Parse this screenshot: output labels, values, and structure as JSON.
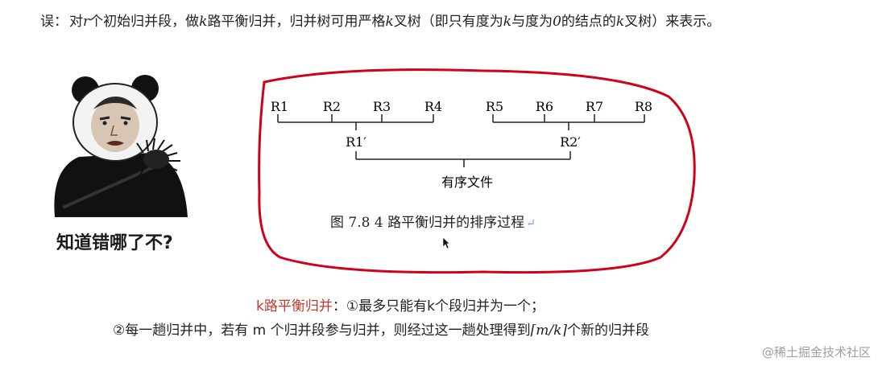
{
  "top_line": {
    "label": "误：",
    "text_a": "对",
    "var_r": "r",
    "text_b": "个初始归并段，做",
    "var_k1": "k",
    "text_c": "路平衡归并，归并树可用严格",
    "var_k2": "k",
    "text_d": "叉树（即只有度为",
    "var_k3": "k",
    "text_e": "与度为",
    "var_0": "0",
    "text_f": "的结点的",
    "var_k4": "k",
    "text_g": "叉树）来表示。"
  },
  "meme": {
    "caption": "知道错哪了不?"
  },
  "figure": {
    "leaves": [
      "R1",
      "R2",
      "R3",
      "R4",
      "R5",
      "R6",
      "R7",
      "R8"
    ],
    "mid_left": "R1′",
    "mid_right": "R2′",
    "root": "有序文件",
    "caption": "图 7.8    4 路平衡归并的排序过程",
    "return_mark": "↵"
  },
  "bottom": {
    "title": "k路平衡归并",
    "point1": "：①最多只能有k个段归并为一个；",
    "point2_a": "②每一趟归并中，若有 m 个归并段参与归并，则经过这一趟处理得到",
    "point2_math": "⌈m/k⌉",
    "point2_b": "个新的归并段"
  },
  "watermark": "@稀土掘金技术社区",
  "colors": {
    "annotation_red": "#d0021b",
    "title_red": "#c0392b"
  }
}
